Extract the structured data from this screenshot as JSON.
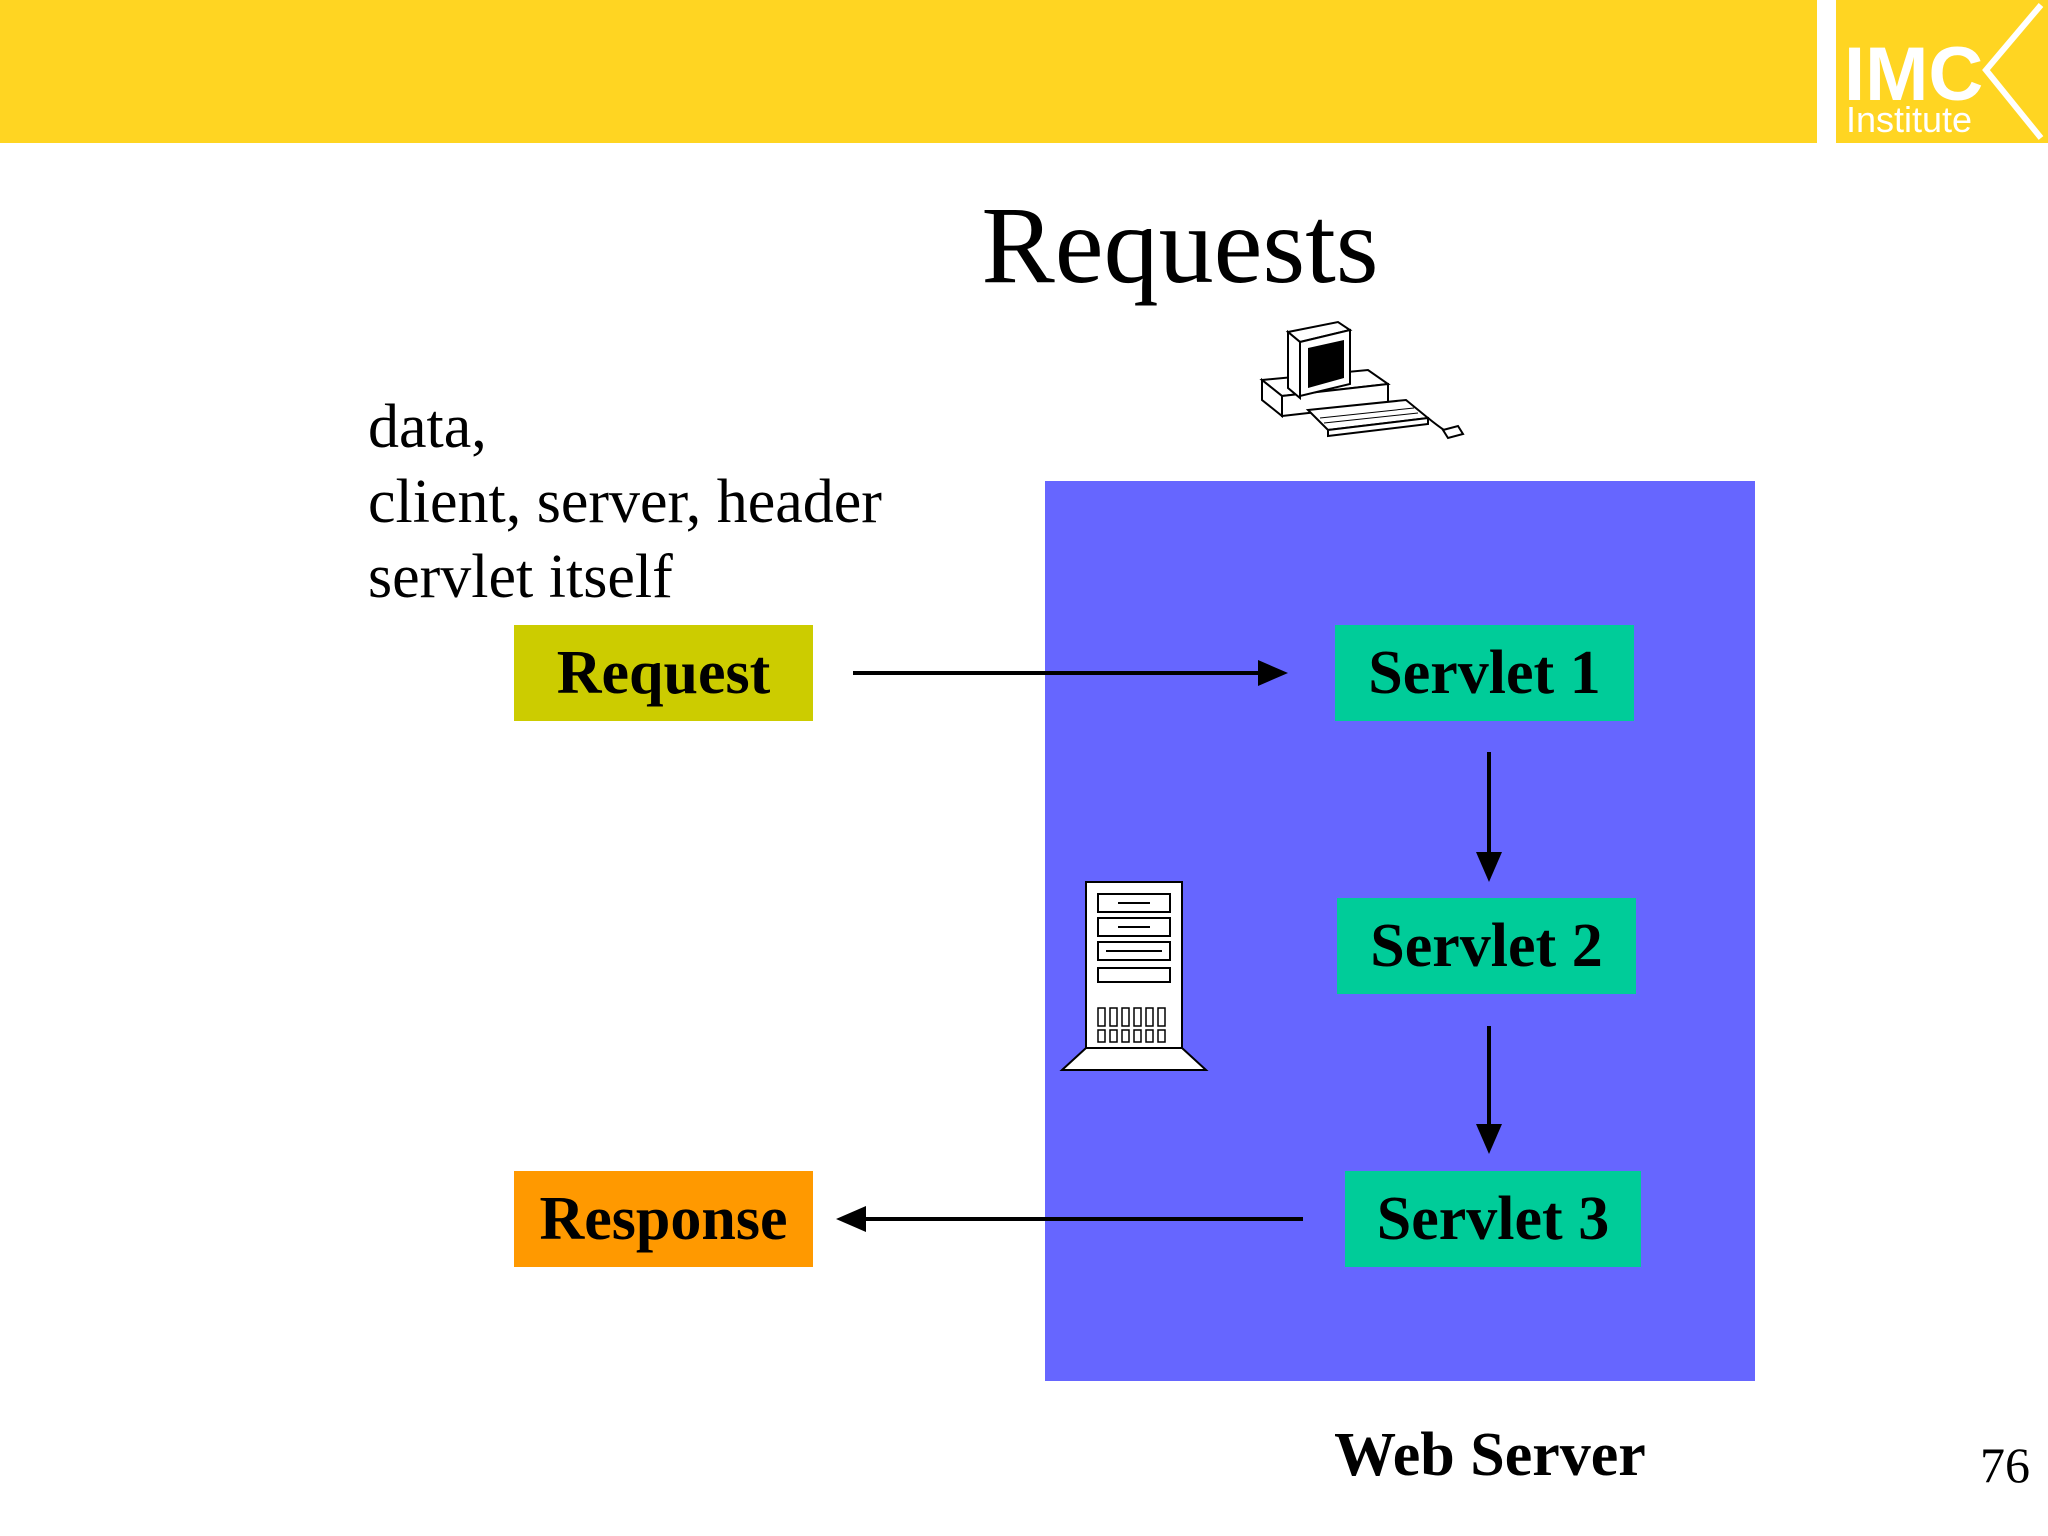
{
  "logo": {
    "line1": "IMC",
    "line2": "Institute"
  },
  "title": "Requests",
  "notes": [
    "data,",
    "client, server, header",
    "servlet itself"
  ],
  "boxes": {
    "request": "Request",
    "response": "Response",
    "servlet1": "Servlet 1",
    "servlet2": "Servlet 2",
    "servlet3": "Servlet 3"
  },
  "web_server_label": "Web Server",
  "page_number": "76",
  "colors": {
    "top_bar": "#FFD522",
    "web_server": "#6666FF",
    "request": "#CCCC00",
    "response": "#FF9900",
    "servlet": "#00CC99"
  },
  "icons": [
    "desktop-computer-icon",
    "server-tower-icon"
  ]
}
